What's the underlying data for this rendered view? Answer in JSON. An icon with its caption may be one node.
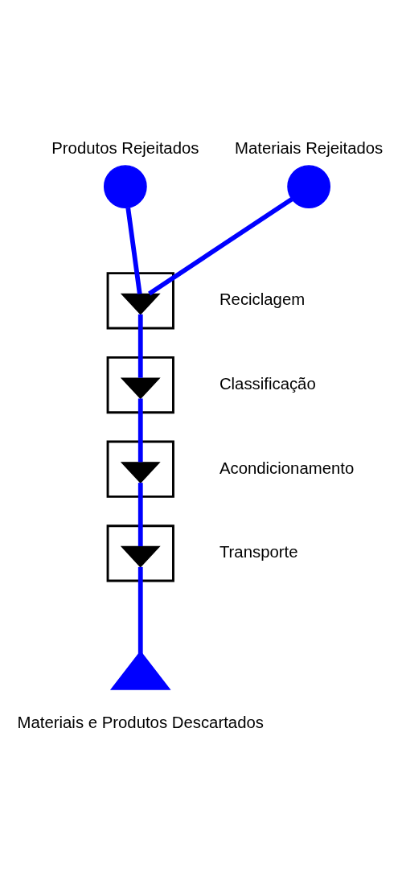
{
  "diagram": {
    "nodes": [
      {
        "text": [
          "Produtos Rejeitados"
        ]
      },
      {
        "text": [
          "Materiais Rejeitados"
        ]
      },
      {
        "text": [],
        "shape": "box",
        "beside": [
          "Reciclagem"
        ]
      },
      {
        "text": [],
        "shape": "triangle",
        "in": 2
      },
      {
        "text": [],
        "shape": "box",
        "beside": [
          "Classificação"
        ]
      },
      {
        "text": [],
        "shape": "triangle",
        "in": 4
      },
      {
        "text": [],
        "shape": "box",
        "beside": [
          "Acondicionamento"
        ]
      },
      {
        "text": [],
        "shape": "triangle",
        "in": 6
      },
      {
        "text": [],
        "shape": "box",
        "beside": [
          "Transporte"
        ]
      },
      {
        "text": [],
        "shape": "triangle",
        "in": 8
      },
      {
        "text": [
          "Materiais e Produtos Descartados"
        ]
      }
    ],
    "edges": [
      {
        "from": 0,
        "to": 3,
        "arrow": "none"
      },
      {
        "from": 1,
        "to": 3,
        "arrow": "none"
      },
      {
        "from": 3,
        "to": 5,
        "arrow": "none"
      },
      {
        "from": 5,
        "to": 7,
        "arrow": "none"
      },
      {
        "from": 7,
        "to": 9,
        "arrow": "none"
      },
      {
        "from": 9,
        "to": 10,
        "arrow": "none"
      }
    ]
  }
}
